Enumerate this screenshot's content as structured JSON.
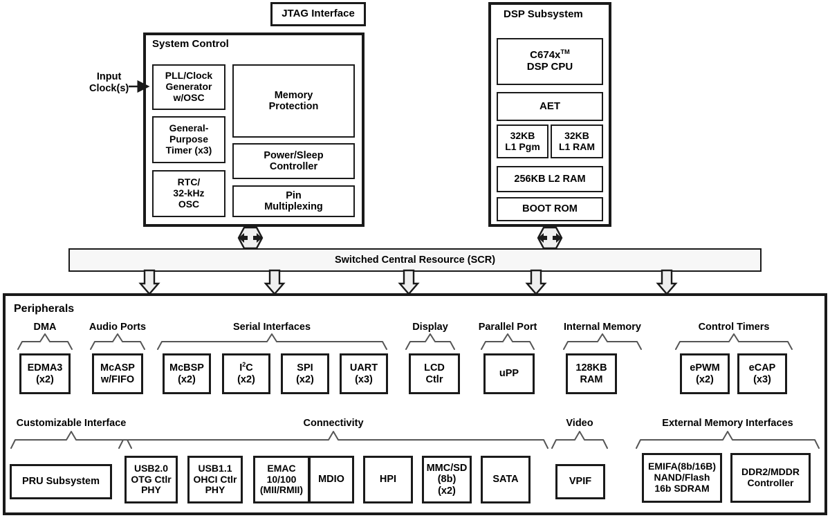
{
  "diagram": {
    "jtag": {
      "label": "JTAG Interface"
    },
    "input_clock": {
      "label_line1": "Input",
      "label_line2": "Clock(s)"
    },
    "system_control": {
      "title": "System Control",
      "left_column": [
        {
          "name": "pll-clock-generator",
          "text": "PLL/Clock\nGenerator\nw/OSC"
        },
        {
          "name": "general-purpose-timer",
          "text": "General-\nPurpose\nTimer (x3)"
        },
        {
          "name": "rtc-32khz-osc",
          "text": "RTC/\n32-kHz\nOSC"
        }
      ],
      "right_column": [
        {
          "name": "memory-protection",
          "text": "Memory\nProtection"
        },
        {
          "name": "power-sleep-controller",
          "text": "Power/Sleep\nController"
        },
        {
          "name": "pin-multiplexing",
          "text": "Pin\nMultiplexing"
        }
      ]
    },
    "dsp_subsystem": {
      "title": "DSP Subsystem",
      "blocks": [
        {
          "name": "c674x-dsp-cpu",
          "text": "C674x™\nDSP CPU"
        },
        {
          "name": "aet",
          "text": "AET"
        },
        {
          "name": "l1-pgm",
          "text": "32KB\nL1 Pgm"
        },
        {
          "name": "l1-ram",
          "text": "32KB\nL1 RAM"
        },
        {
          "name": "l2-ram",
          "text": "256KB L2 RAM"
        },
        {
          "name": "boot-rom",
          "text": "BOOT ROM"
        }
      ]
    },
    "scr": {
      "label": "Switched Central Resource (SCR)"
    },
    "peripherals": {
      "title": "Peripherals",
      "row1_groups": [
        {
          "title": "DMA",
          "boxes": [
            {
              "name": "edma3",
              "text": "EDMA3\n(x2)"
            }
          ]
        },
        {
          "title": "Audio Ports",
          "boxes": [
            {
              "name": "mcasp",
              "text": "McASP\nw/FIFO"
            }
          ]
        },
        {
          "title": "Serial Interfaces",
          "boxes": [
            {
              "name": "mcbsp",
              "text": "McBSP\n(x2)"
            },
            {
              "name": "i2c",
              "text": "I^2C\n(x2)"
            },
            {
              "name": "spi",
              "text": "SPI\n(x2)"
            },
            {
              "name": "uart",
              "text": "UART\n(x3)"
            }
          ]
        },
        {
          "title": "Display",
          "boxes": [
            {
              "name": "lcd-ctlr",
              "text": "LCD\nCtlr"
            }
          ]
        },
        {
          "title": "Parallel Port",
          "boxes": [
            {
              "name": "upp",
              "text": "uPP"
            }
          ]
        },
        {
          "title": "Internal Memory",
          "boxes": [
            {
              "name": "internal-ram",
              "text": "128KB\nRAM"
            }
          ]
        },
        {
          "title": "Control Timers",
          "boxes": [
            {
              "name": "epwm",
              "text": "ePWM\n(x2)"
            },
            {
              "name": "ecap",
              "text": "eCAP\n(x3)"
            }
          ]
        }
      ],
      "row2_groups": [
        {
          "title": "Customizable Interface",
          "boxes": [
            {
              "name": "pru-subsystem",
              "text": "PRU Subsystem"
            }
          ]
        },
        {
          "title": "Connectivity",
          "boxes": [
            {
              "name": "usb20-otg",
              "text": "USB2.0\nOTG Ctlr\nPHY"
            },
            {
              "name": "usb11-ohci",
              "text": "USB1.1\nOHCI Ctlr\nPHY"
            },
            {
              "name": "emac",
              "text": "EMAC\n10/100\n(MII/RMII)"
            },
            {
              "name": "mdio",
              "text": "MDIO"
            },
            {
              "name": "hpi",
              "text": "HPI"
            },
            {
              "name": "mmc-sd",
              "text": "MMC/SD\n(8b)\n(x2)"
            },
            {
              "name": "sata",
              "text": "SATA"
            }
          ]
        },
        {
          "title": "Video",
          "boxes": [
            {
              "name": "vpif",
              "text": "VPIF"
            }
          ]
        },
        {
          "title": "External Memory Interfaces",
          "boxes": [
            {
              "name": "emifa",
              "text": "EMIFA(8b/16B)\nNAND/Flash\n16b SDRAM"
            },
            {
              "name": "ddr2-mddr",
              "text": "DDR2/MDDR\nController"
            }
          ]
        }
      ]
    },
    "colors": {
      "line": "#1a1a1a",
      "connector_fill": "#efefef",
      "scr_fill": "#f7f7f7",
      "background": "#ffffff"
    }
  }
}
